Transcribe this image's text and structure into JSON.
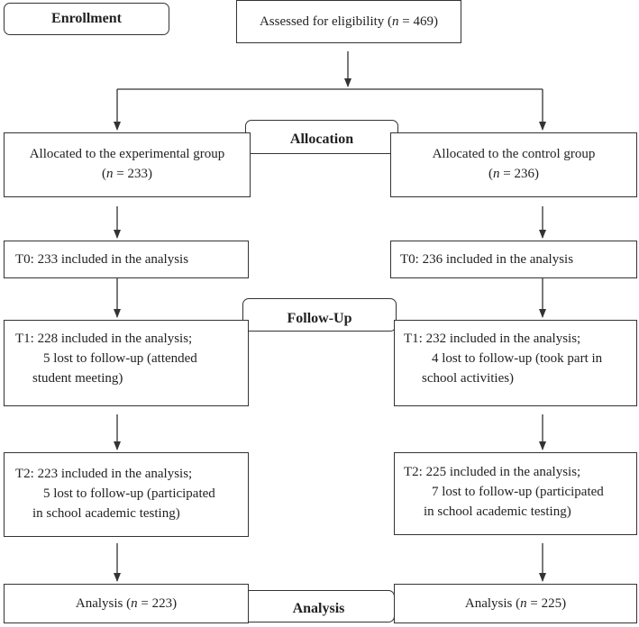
{
  "stages": {
    "enrollment": "Enrollment",
    "allocation": "Allocation",
    "follow_up": "Follow-Up",
    "analysis": "Analysis"
  },
  "assessed": {
    "text": "Assessed for eligibility (",
    "n_symbol": "n",
    "n_value": " = 469)"
  },
  "groups": {
    "experimental": {
      "allocated": {
        "text": "Allocated to the experimental group",
        "n_symbol": "n",
        "n_value": " = 233)",
        "open": "("
      },
      "t0": "T0: 233 included in the analysis",
      "t1": [
        "T1: 228 included in the analysis;",
        "5 lost to follow-up (attended",
        "student meeting)"
      ],
      "t2": [
        "T2: 223 included in the analysis;",
        "5 lost to follow-up (participated",
        "in school academic testing)"
      ],
      "analysis": {
        "text": "Analysis (",
        "n_symbol": "n",
        "n_value": " = 223)"
      }
    },
    "control": {
      "allocated": {
        "text": "Allocated to the control group",
        "n_symbol": "n",
        "n_value": " = 236)",
        "open": "("
      },
      "t0": "T0: 236 included in the analysis",
      "t1": [
        "T1: 232 included in the analysis;",
        "4 lost to follow-up (took part in",
        "school activities)"
      ],
      "t2": [
        "T2: 225 included in the analysis;",
        "7 lost to follow-up (participated",
        "in school academic testing)"
      ],
      "analysis": {
        "text": "Analysis (",
        "n_symbol": "n",
        "n_value": " = 225)"
      }
    }
  },
  "colors": {
    "line": "#333333",
    "text": "#222222",
    "background": "#ffffff"
  }
}
